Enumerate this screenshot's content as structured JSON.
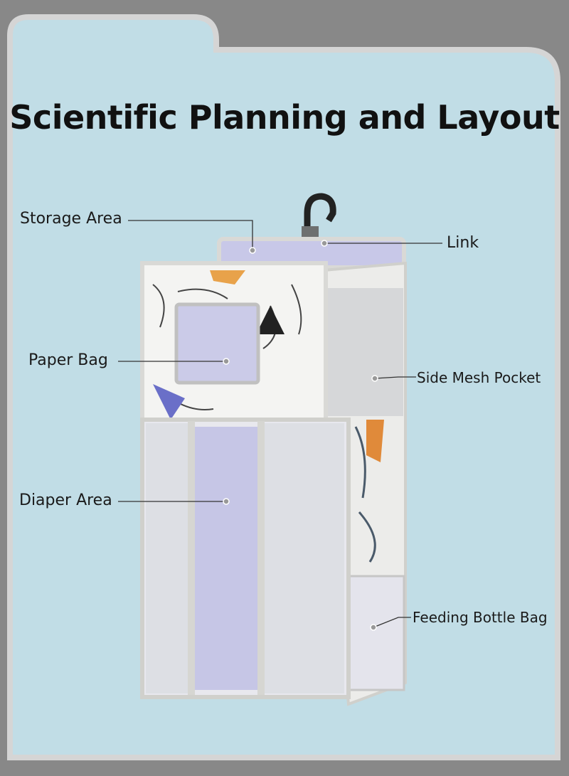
{
  "title": "Scientific Planning and Layout",
  "labels": {
    "storage_area": "Storage Area",
    "link": "Link",
    "paper_bag": "Paper Bag",
    "side_mesh_pocket": "Side Mesh Pocket",
    "diaper_area": "Diaper Area",
    "feeding_bottle_bag": "Feeding Bottle Bag"
  },
  "colors": {
    "background": "#888888",
    "panel": "#c1dde6",
    "panel_border": "#d5d5d5",
    "bag_lining": "#c8c8e8",
    "bag_trim": "#d9d9d6"
  }
}
